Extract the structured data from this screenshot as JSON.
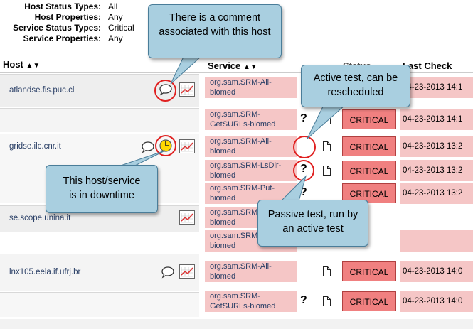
{
  "filters": [
    {
      "label": "Host Status Types:",
      "value": "All"
    },
    {
      "label": "Host Properties:",
      "value": "Any"
    },
    {
      "label": "Service Status Types:",
      "value": "Critical"
    },
    {
      "label": "Service Properties:",
      "value": "Any"
    }
  ],
  "columns": {
    "host": "Host",
    "service": "Service",
    "status": "Status",
    "last_check": "Last Check"
  },
  "hosts": [
    {
      "name": "atlandse.fis.puc.cl"
    },
    {
      "name": "gridse.ilc.cnr.it"
    },
    {
      "name": "se.scope.unina.it"
    },
    {
      "name": "lnx105.eela.if.ufrj.br"
    }
  ],
  "services": [
    {
      "name": "org.sam.SRM-All-biomed",
      "status": "",
      "last_check": "04-23-2013 14:1"
    },
    {
      "name": "org.sam.SRM-GetSURLs-biomed",
      "status": "CRITICAL",
      "last_check": "04-23-2013 14:1"
    },
    {
      "name": "org.sam.SRM-All-biomed",
      "status": "CRITICAL",
      "last_check": "04-23-2013 13:2"
    },
    {
      "name": "org.sam.SRM-LsDir-biomed",
      "status": "CRITICAL",
      "last_check": "04-23-2013 13:2"
    },
    {
      "name": "org.sam.SRM-Put-biomed",
      "status": "CRITICAL",
      "last_check": "04-23-2013 13:2"
    },
    {
      "name": "org.sam.SRM-All-biomed",
      "status": "",
      "last_check": ""
    },
    {
      "name": "org.sam.SRM-Put-biomed",
      "status": "",
      "last_check": ""
    },
    {
      "name": "org.sam.SRM-All-biomed",
      "status": "CRITICAL",
      "last_check": "04-23-2013 14:0"
    },
    {
      "name": "org.sam.SRM-GetSURLs-biomed",
      "status": "CRITICAL",
      "last_check": "04-23-2013 14:0"
    }
  ],
  "callouts": {
    "comment": "There is a comment associated with this host",
    "active": "Active test, can be rescheduled",
    "downtime": "This host/service is in downtime",
    "passive": "Passive test, run by an active test"
  },
  "colors": {
    "critical": "#f08080",
    "service_bg": "#f5c6c6",
    "callout": "#a9cfe0",
    "ring": "#e02020"
  }
}
